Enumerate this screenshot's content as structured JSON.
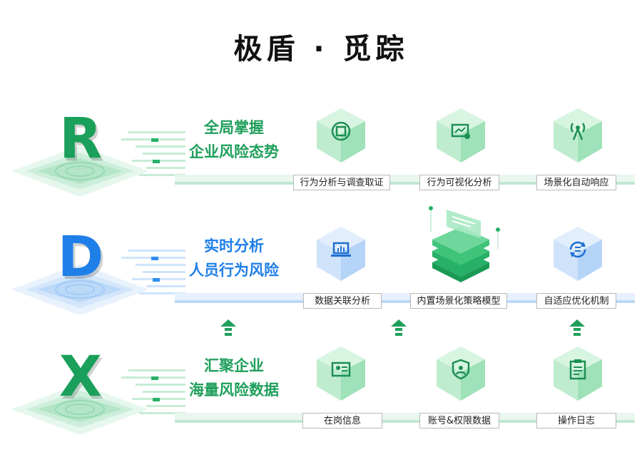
{
  "title": "极盾 · 觅踪",
  "colors": {
    "green": "#27b067",
    "blue": "#2d8ef0",
    "green_dark": "#178a4e"
  },
  "rows": [
    {
      "letter": "R",
      "tagline": [
        "全局掌握",
        "企业风险态势"
      ],
      "nodes": [
        {
          "label": "行为分析与调查取证",
          "icon": "box-scan-icon"
        },
        {
          "label": "行为可视化分析",
          "icon": "chart-monitor-icon"
        },
        {
          "label": "场景化自动响应",
          "icon": "signal-tower-icon"
        }
      ]
    },
    {
      "letter": "D",
      "tagline": [
        "实时分析",
        "人员行为风险"
      ],
      "nodes": [
        {
          "label": "数据关联分析",
          "icon": "laptop-chart-icon"
        },
        {
          "label": "内置场景化策略模型",
          "icon": "stacked-layers-icon"
        },
        {
          "label": "自适应优化机制",
          "icon": "refresh-doc-icon"
        }
      ]
    },
    {
      "letter": "X",
      "tagline": [
        "汇聚企业",
        "海量风险数据"
      ],
      "nodes": [
        {
          "label": "在岗信息",
          "icon": "id-card-icon"
        },
        {
          "label": "账号&权限数据",
          "icon": "user-shield-icon"
        },
        {
          "label": "操作日志",
          "icon": "clipboard-list-icon"
        }
      ]
    }
  ]
}
